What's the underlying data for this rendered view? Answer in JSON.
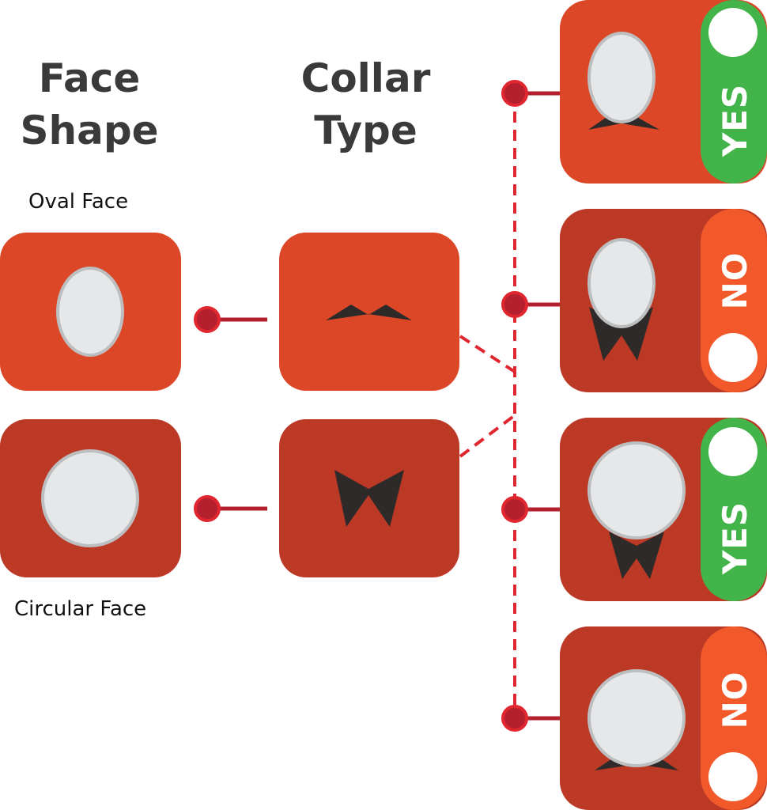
{
  "headings": {
    "face_shape": [
      "Face",
      "Shape"
    ],
    "collar_type": [
      "Collar",
      "Type"
    ]
  },
  "captions": {
    "oval_face": "Oval Face",
    "circular_face": "Circular Face"
  },
  "results": [
    {
      "face": "oval",
      "collar": "spread",
      "verdict": "YES"
    },
    {
      "face": "oval",
      "collar": "point",
      "verdict": "NO"
    },
    {
      "face": "circular",
      "collar": "point",
      "verdict": "YES"
    },
    {
      "face": "circular",
      "collar": "spread",
      "verdict": "NO"
    }
  ],
  "colors": {
    "orange_card": "#dc4727",
    "dark_card": "#bc3925",
    "connector": "#b5202e",
    "dashed_line": "#e0262f",
    "yes_green": "#43b44a",
    "no_orange": "#f1592a",
    "face_fill": "#e6e7e8",
    "face_stroke": "#bcbec0",
    "collar": "#2d2a29"
  }
}
